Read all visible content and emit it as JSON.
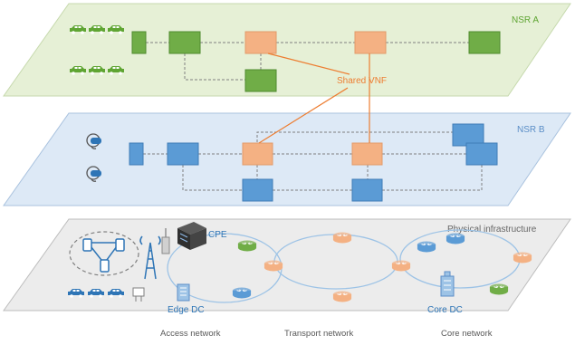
{
  "layers": {
    "nsr_a": {
      "label": "NSR A",
      "fill": "#e6f0d6",
      "stroke": "#c6d9ad",
      "label_color": "#5fa533"
    },
    "nsr_b": {
      "label": "NSR B",
      "fill": "#dde9f6",
      "stroke": "#a9c2de",
      "label_color": "#5b8ec7"
    },
    "physical": {
      "label": "Physical infrastructure",
      "fill": "#ececec",
      "stroke": "#bdbdbd",
      "label_color": "#666666"
    }
  },
  "annotations": {
    "shared_vnf": "Shared VNF",
    "cpe": "CPE",
    "edge_dc": "Edge DC",
    "core_dc": "Core DC"
  },
  "bottom_labels": {
    "access": "Access network",
    "transport": "Transport  network",
    "core": "Core network"
  },
  "colors": {
    "green_node": "#70ad47",
    "green_node_dark": "#4f8a2f",
    "blue_node": "#5b9bd5",
    "blue_node_dark": "#3f7cb7",
    "orange_node": "#f4b183",
    "orange_node_dark": "#e29a6a",
    "orange_line": "#ed7d31",
    "dash_line": "#808080",
    "ring_line": "#9dc3e6",
    "car_green": "#5fa533",
    "car_blue": "#2e75b6"
  },
  "icons": {
    "car": "car-icon",
    "vr_headset": "vr-headset-icon",
    "router": "router-icon",
    "cell_tower": "cell-tower-icon",
    "building": "building-icon",
    "server": "server-icon",
    "drone": "drone-icon"
  }
}
